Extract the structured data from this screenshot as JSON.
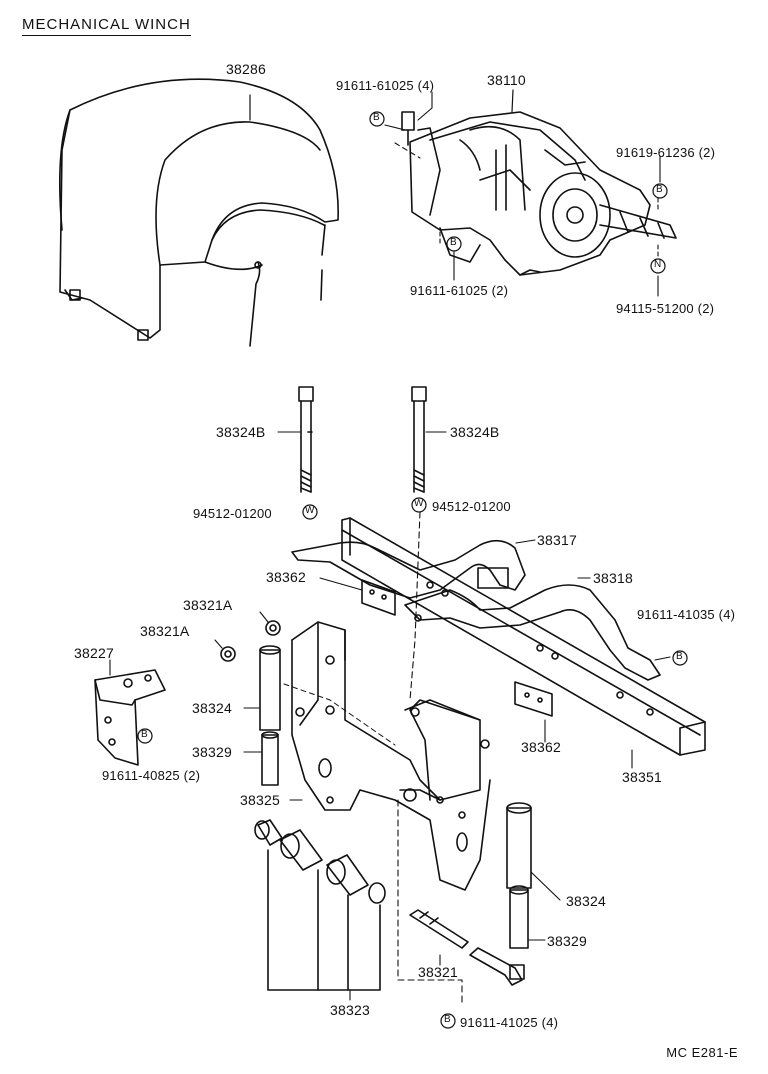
{
  "title": "MECHANICAL  WINCH",
  "code": "MC  E281-E",
  "parts": {
    "cover": "38286",
    "winch": "38110",
    "bolt_b_1": "91611-61025 (4)",
    "bolt_b_2": "91611-61025 (2)",
    "bolt_b_3": "91619-61236 (2)",
    "nut_n": "94115-51200 (2)",
    "bolt_left": "38324B",
    "bolt_right": "38324B",
    "washer_left": "94512-01200",
    "washer_right": "94512-01200",
    "frame_upper": "38317",
    "frame_lower": "38318",
    "plate_left": "38362",
    "plate_right": "38362",
    "bolt_frame": "91611-41035 (4)",
    "rail": "38351",
    "nut_a_1": "38321A",
    "nut_a_2": "38321A",
    "bracket_small": "38227",
    "bolt_small": "91611-40825 (2)",
    "sleeve_left": "38324",
    "spacer_left": "38329",
    "bracket_main": "38325",
    "sleeve_right": "38324",
    "spacer_right": "38329",
    "pin": "38321",
    "bushing_set": "38323",
    "bolt_bottom": "91611-41025 (4)"
  },
  "markers": {
    "b": "B",
    "n": "N",
    "w": "W"
  }
}
